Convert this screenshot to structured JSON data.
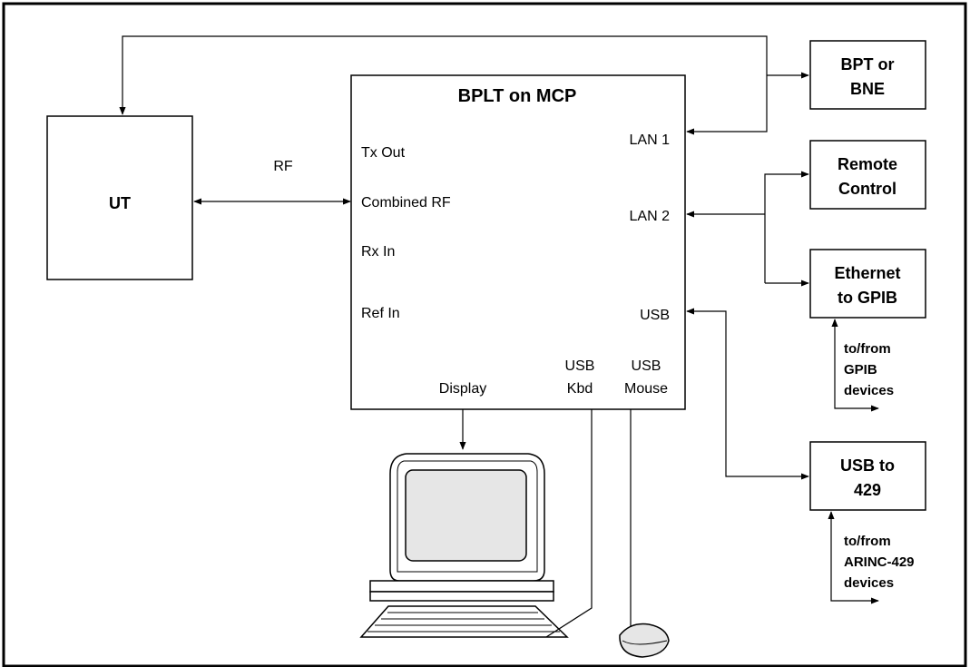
{
  "main_box": {
    "title": "BPLT on MCP",
    "tx_out": "Tx Out",
    "combined_rf": "Combined RF",
    "rx_in": "Rx In",
    "ref_in": "Ref In",
    "lan1": "LAN 1",
    "lan2": "LAN 2",
    "usb": "USB",
    "display": "Display",
    "usb_kbd_1": "USB",
    "usb_kbd_2": "Kbd",
    "usb_mouse_1": "USB",
    "usb_mouse_2": "Mouse"
  },
  "ut_box": {
    "label": "UT"
  },
  "rf_label": "RF",
  "bpt_box": {
    "line1": "BPT or",
    "line2": "BNE"
  },
  "remote_box": {
    "line1": "Remote",
    "line2": "Control"
  },
  "gpib_box": {
    "line1": "Ethernet",
    "line2": "to GPIB"
  },
  "gpib_devices": {
    "line1": "to/from",
    "line2": "GPIB",
    "line3": "devices"
  },
  "usb429_box": {
    "line1": "USB to",
    "line2": "429"
  },
  "arinc_devices": {
    "line1": "to/from",
    "line2": "ARINC-429",
    "line3": "devices"
  },
  "icons": {
    "monitor": "computer-monitor-icon",
    "keyboard": "keyboard-icon",
    "mouse": "mouse-icon"
  }
}
